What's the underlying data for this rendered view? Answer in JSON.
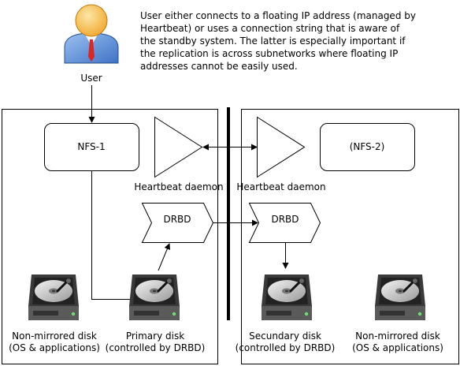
{
  "user": {
    "label": "User",
    "note": [
      "User either connects to a floating IP address (managed by",
      "Heartbeat) or uses a connection string that is aware of",
      "the standby system. The latter is especially important if",
      "the replication is across subnetworks where floating IP",
      "addresses cannot be easily used."
    ]
  },
  "left": {
    "server_label": "NFS-1",
    "heartbeat_label": "Heartbeat daemon",
    "drbd_label": "DRBD",
    "disk_os": [
      "Non-mirrored disk",
      "(OS & applications)"
    ],
    "disk_primary": [
      "Primary disk",
      "(controlled by DRBD)"
    ]
  },
  "right": {
    "server_label": "(NFS-2)",
    "heartbeat_label": "Heartbeat daemon",
    "drbd_label": "DRBD",
    "disk_secondary": [
      "Secundary disk",
      "(controlled by DRBD)"
    ],
    "disk_os": [
      "Non-mirrored disk",
      "(OS & applications)"
    ]
  },
  "icons": [
    "user-icon",
    "hard-disk-icon"
  ],
  "colors": {
    "user_shirt": "#5b8fd6",
    "user_tie": "#d42a2a",
    "user_skin": "#f6c35a",
    "disk_body": "#4a4a4a",
    "disk_platter": "#c8c8c8"
  }
}
